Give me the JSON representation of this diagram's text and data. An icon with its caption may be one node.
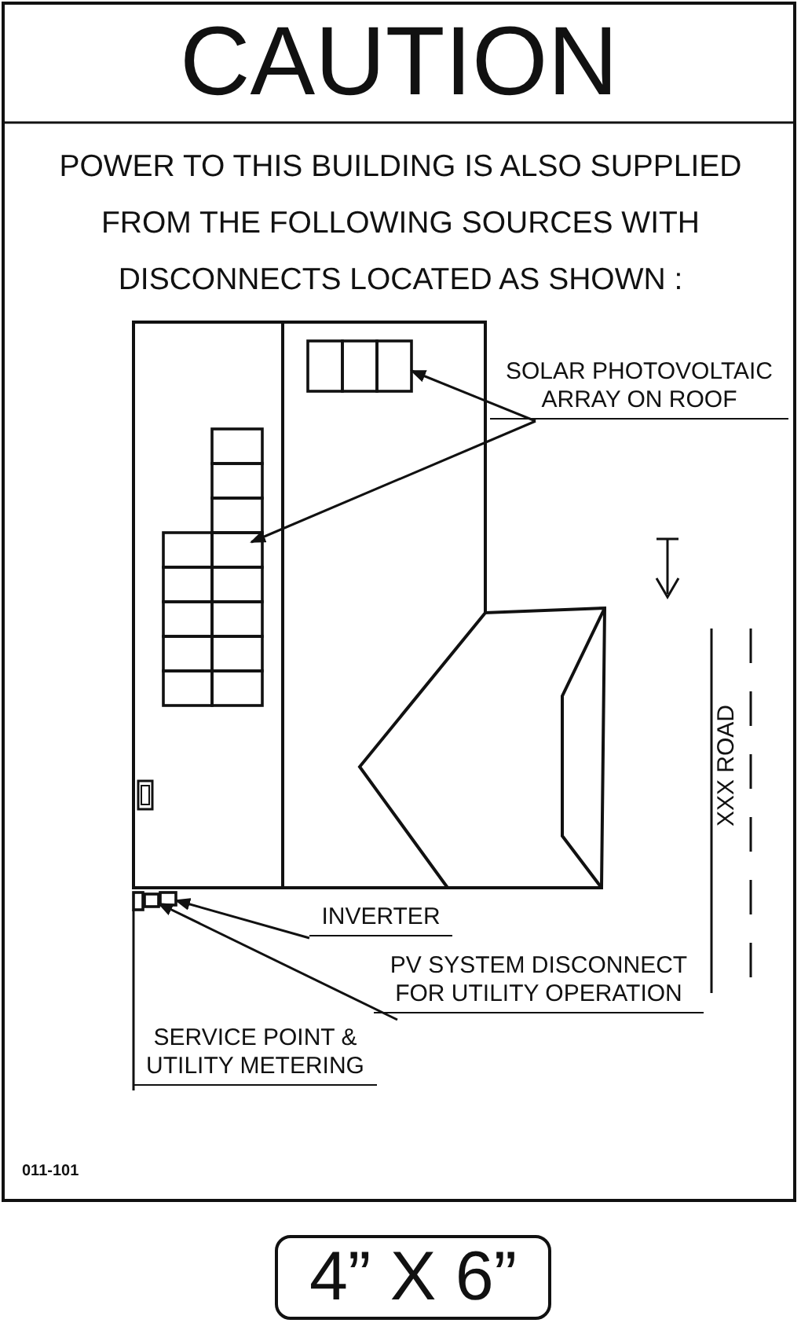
{
  "diagram": {
    "title": "CAUTION",
    "nodes": [
      {
        "text": [
          "SOLAR PHOTOVOLTAIC ARRAY ON ROOF"
        ]
      },
      {
        "text": [],
        "shape": "box"
      },
      {
        "text": [],
        "shape": "box"
      },
      {
        "text": [
          "INVERTER"
        ]
      },
      {
        "text": [],
        "shape": "box"
      },
      {
        "text": [
          "PV SYSTEM DISCONNECT FOR UTILITY OPERATION"
        ]
      },
      {
        "text": [],
        "shape": "box"
      },
      {
        "text": [
          "SERVICE POINT & UTILITY METERING"
        ]
      },
      {
        "text": [],
        "shape": "box"
      },
      {
        "text": [
          "4” X 6”"
        ]
      }
    ],
    "edges": [
      {
        "from": 0,
        "to": 1,
        "arrow": "to"
      },
      {
        "from": 0,
        "to": 2,
        "arrow": "to"
      },
      {
        "from": 3,
        "to": 4,
        "arrow": "to"
      },
      {
        "from": 5,
        "to": 6,
        "arrow": "to"
      },
      {
        "from": 7,
        "to": 8,
        "arrow": "none"
      }
    ],
    "labels": [
      "POWER TO THIS BUILDING IS ALSO SUPPLIED FROM THE FOLLOWING SOURCES WITH DISCONNECTS LOCATED AS SHOWN :",
      "XXX ROAD",
      "011-101"
    ]
  }
}
